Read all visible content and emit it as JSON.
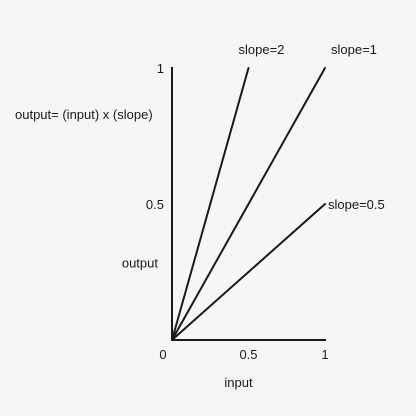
{
  "equation_text": "output= (input) x (slope)",
  "chart_data": {
    "type": "line",
    "title": "",
    "xlabel": "input",
    "ylabel": "output",
    "xlim": [
      0,
      1
    ],
    "ylim": [
      0,
      1
    ],
    "x_ticks": [
      "0",
      "0.5",
      "1"
    ],
    "y_ticks": [
      "1",
      "0.5"
    ],
    "grid": false,
    "series": [
      {
        "name": "slope=2",
        "slope": 2,
        "x": [
          0,
          0.5
        ],
        "y": [
          0,
          1
        ]
      },
      {
        "name": "slope=1",
        "slope": 1,
        "x": [
          0,
          1
        ],
        "y": [
          0,
          1
        ]
      },
      {
        "name": "slope=0.5",
        "slope": 0.5,
        "x": [
          0,
          1
        ],
        "y": [
          0,
          0.5
        ]
      }
    ],
    "colors": {
      "axis": "#1a1a1a",
      "lines": "#1a1a1a",
      "background": "#f6f6f6"
    }
  }
}
